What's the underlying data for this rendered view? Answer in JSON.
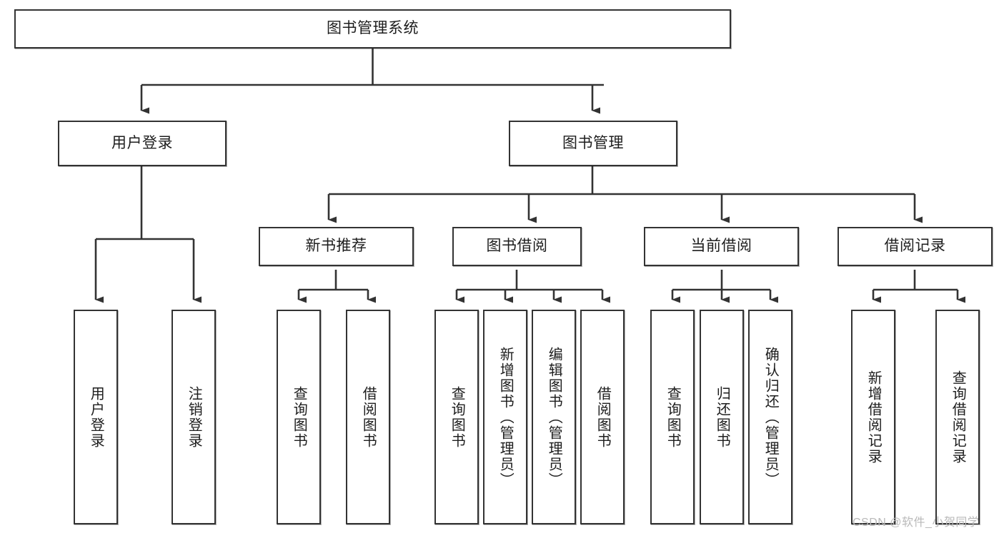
{
  "diagram": {
    "title": "图书管理系统",
    "type": "tree-hierarchy-diagram",
    "root": {
      "label": "图书管理系统"
    },
    "level2": [
      {
        "label": "用户登录"
      },
      {
        "label": "图书管理"
      }
    ],
    "level3": [
      {
        "label": "新书推荐"
      },
      {
        "label": "图书借阅"
      },
      {
        "label": "当前借阅"
      },
      {
        "label": "借阅记录"
      }
    ],
    "leaves": {
      "user_login": [
        {
          "label": "用户登录"
        },
        {
          "label": "注销登录"
        }
      ],
      "new_book_recommend": [
        {
          "label": "查询图书"
        },
        {
          "label": "借阅图书"
        }
      ],
      "book_borrow": [
        {
          "label": "查询图书"
        },
        {
          "label": "新增图书（管理员）"
        },
        {
          "label": "编辑图书（管理员）"
        },
        {
          "label": "借阅图书"
        }
      ],
      "current_borrow": [
        {
          "label": "查询图书"
        },
        {
          "label": "归还图书"
        },
        {
          "label": "确认归还（管理员）"
        }
      ],
      "borrow_record": [
        {
          "label": "新增借阅记录"
        },
        {
          "label": "查询借阅记录"
        }
      ]
    }
  },
  "watermark": {
    "text": "CSDN @软件_小贺同学"
  },
  "colors": {
    "background": "#ffffff",
    "box_border": "#333333",
    "connector": "#333333",
    "text": "#1d1d1d",
    "watermark": "#b9b9b9"
  }
}
